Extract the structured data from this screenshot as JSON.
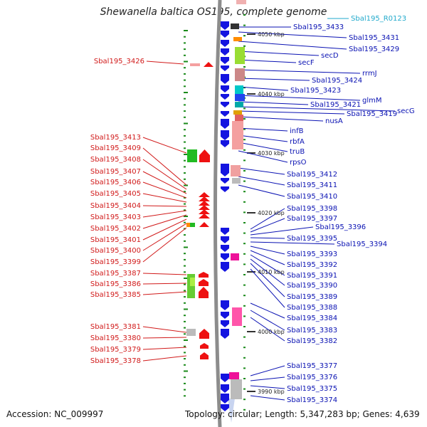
{
  "title": "Shewanella baltica OS195, complete genome",
  "footer": {
    "accession": "Accession: NC_009997",
    "stats": "Topology: circular; Length: 5,347,283 bp; Genes: 4,639"
  },
  "colors": {
    "right_label": "#0a12b3",
    "left_label": "#d11a1a",
    "rna_label": "#22aacc",
    "backbone": "#8c8c8c",
    "minor_tick": "#1a8a1a"
  },
  "ticks": [
    "4050 kbp",
    "4040 kbp",
    "4030 kbp",
    "4020 kbp",
    "4010 kbp",
    "4000 kbp",
    "3990 kbp"
  ],
  "right_labels": [
    "Sbal195_R0123",
    "Sbal195_3433",
    "Sbal195_3431",
    "Sbal195_3429",
    "secD",
    "secF",
    "rrmJ",
    "Sbal195_3424",
    "Sbal195_3423",
    "glmM",
    "Sbal195_3421",
    "secG",
    "Sbal195_3419",
    "nusA",
    "infB",
    "rbfA",
    "truB",
    "rpsO",
    "Sbal195_3412",
    "Sbal195_3411",
    "Sbal195_3410",
    "Sbal195_3398",
    "Sbal195_3397",
    "Sbal195_3396",
    "Sbal195_3395",
    "Sbal195_3394",
    "Sbal195_3393",
    "Sbal195_3392",
    "Sbal195_3391",
    "Sbal195_3390",
    "Sbal195_3389",
    "Sbal195_3388",
    "Sbal195_3384",
    "Sbal195_3383",
    "Sbal195_3382",
    "Sbal195_3377",
    "Sbal195_3376",
    "Sbal195_3375",
    "Sbal195_3374"
  ],
  "left_labels": [
    "Sbal195_3426",
    "Sbal195_3413",
    "Sbal195_3409",
    "Sbal195_3408",
    "Sbal195_3407",
    "Sbal195_3406",
    "Sbal195_3405",
    "Sbal195_3404",
    "Sbal195_3403",
    "Sbal195_3402",
    "Sbal195_3401",
    "Sbal195_3400",
    "Sbal195_3399",
    "Sbal195_3387",
    "Sbal195_3386",
    "Sbal195_3385",
    "Sbal195_3381",
    "Sbal195_3380",
    "Sbal195_3379",
    "Sbal195_3378"
  ]
}
